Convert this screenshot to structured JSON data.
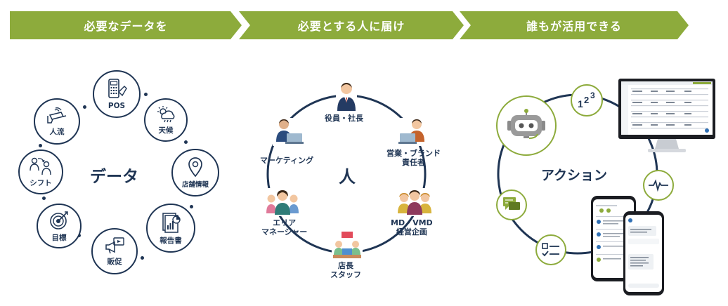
{
  "banners": [
    "必要なデータを",
    "必要とする人に届け",
    "誰もが活用できる"
  ],
  "data_section": {
    "center": "データ",
    "nodes": [
      "POS",
      "天候",
      "店舗情報",
      "報告書",
      "販促",
      "目標",
      "シフト",
      "人流"
    ]
  },
  "people_section": {
    "center": "人",
    "roles": [
      {
        "line1": "役員・社長",
        "line2": ""
      },
      {
        "line1": "営業・ブランド",
        "line2": "責任者"
      },
      {
        "line1": "MD・VMD",
        "line2": "経営企画"
      },
      {
        "line1": "店長",
        "line2": "スタッフ"
      },
      {
        "line1": "エリア",
        "line2": "マネージャー"
      },
      {
        "line1": "マーケティング",
        "line2": ""
      }
    ]
  },
  "action_section": {
    "center": "アクション",
    "icons": [
      "robot-icon",
      "numbers-icon",
      "pulse-icon",
      "checklist-icon",
      "chat-icon"
    ]
  },
  "colors": {
    "navy": "#1f3554",
    "green": "#8dab3c"
  }
}
